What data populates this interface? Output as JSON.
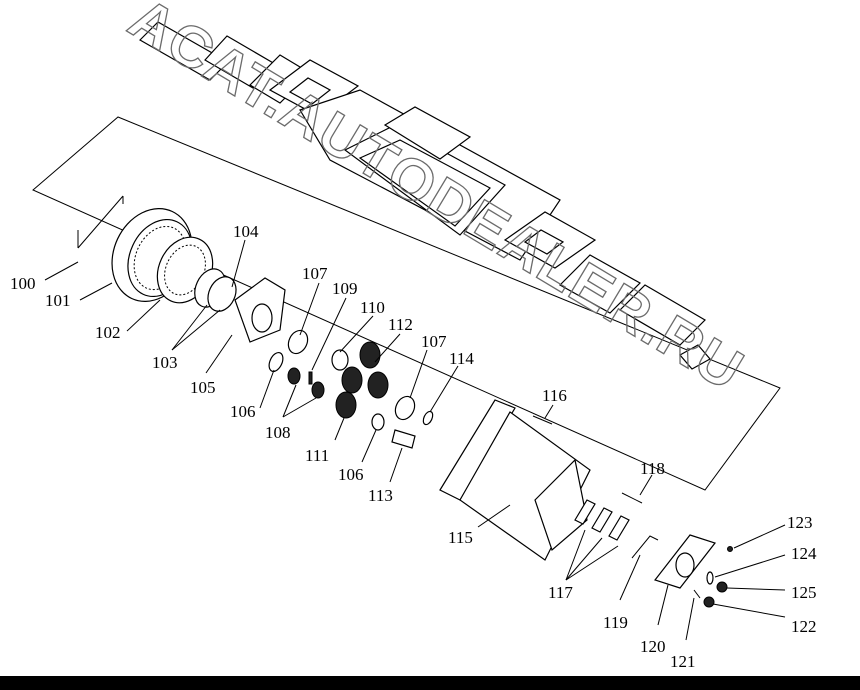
{
  "watermark": "ACAT.AUTODEALER.RU",
  "part_numbers": [
    "100",
    "101",
    "102",
    "103",
    "104",
    "105",
    "106",
    "107",
    "108",
    "109",
    "110",
    "111",
    "112",
    "107",
    "106",
    "113",
    "114",
    "115",
    "116",
    "117",
    "118",
    "119",
    "120",
    "121",
    "122",
    "123",
    "124",
    "125"
  ],
  "colors": {
    "ink": "#000000",
    "watermark": "#6b6b6b",
    "background": "#ffffff"
  }
}
